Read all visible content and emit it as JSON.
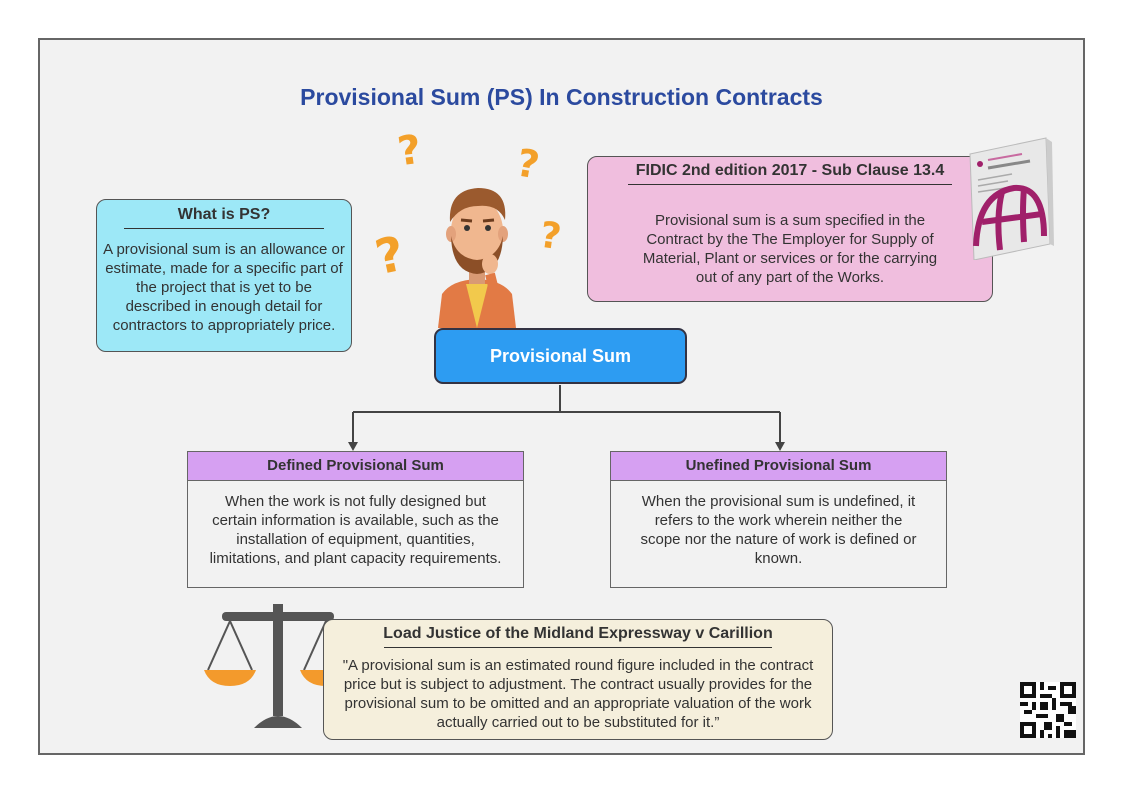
{
  "title": "Provisional Sum (PS) In Construction Contracts",
  "what_is": {
    "heading": "What is PS?",
    "body": "A provisional sum is an allowance or estimate, made for a specific part of the project that is yet to be described in enough detail for contractors to appropriately price."
  },
  "fidic": {
    "heading": "FIDIC 2nd edition 2017 - Sub Clause 13.4",
    "body": "Provisional sum is a sum specified in the Contract by the The Employer for Supply of Material, Plant or services or for the carrying out of any part of the Works."
  },
  "central": {
    "label": "Provisional Sum"
  },
  "defined": {
    "title": "Defined Provisional Sum",
    "body": "When the work is not fully designed but certain information is available, such as the installation of equipment, quantities, limitations, and plant capacity requirements."
  },
  "undefined": {
    "title": "Unefined Provisional Sum",
    "body": "When the provisional sum is undefined, it refers to the work wherein neither the scope nor the nature of work is defined or known."
  },
  "load_justice": {
    "heading": "Load Justice of the Midland Expressway v Carillion",
    "body": "\"A provisional sum is an estimated round figure included in the contract price but is subject to adjustment. The contract usually provides for the provisional sum to be omitted and an appropriate valuation of the work actually carried out to be substituted for it.”"
  },
  "icons": [
    "question-mark-icon",
    "thinking-man-icon",
    "contract-book-icon",
    "scales-of-justice-icon",
    "qr-code-icon"
  ],
  "colors": {
    "title": "#2b4a9f",
    "what_is_bg": "#9de8f7",
    "fidic_bg": "#f0bede",
    "central_bg": "#2d9cf2",
    "card_header_bg": "#d6a0f2",
    "quote_bg": "#f5efdc",
    "accent_orange": "#f3a02a"
  }
}
